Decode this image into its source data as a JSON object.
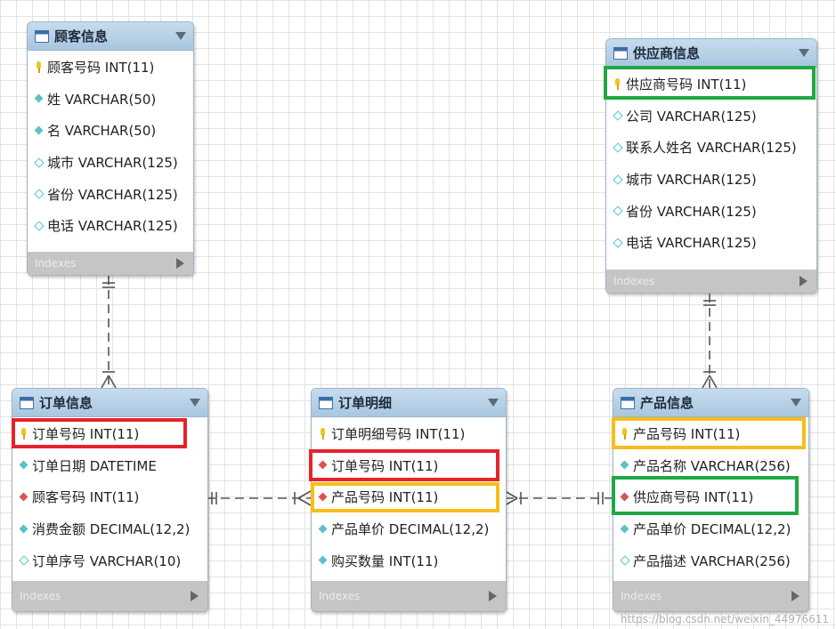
{
  "entities": {
    "customer": {
      "title": "顾客信息",
      "footer": "Indexes",
      "fields": [
        {
          "icon": "pk",
          "text": "顾客号码 INT(11)"
        },
        {
          "icon": "nn",
          "text": "姓 VARCHAR(50)"
        },
        {
          "icon": "nn",
          "text": "名 VARCHAR(50)"
        },
        {
          "icon": "nul",
          "text": "城市 VARCHAR(125)"
        },
        {
          "icon": "nul",
          "text": "省份 VARCHAR(125)"
        },
        {
          "icon": "nul",
          "text": "电话 VARCHAR(125)"
        }
      ]
    },
    "supplier": {
      "title": "供应商信息",
      "footer": "Indexes",
      "fields": [
        {
          "icon": "pk",
          "text": "供应商号码 INT(11)"
        },
        {
          "icon": "nul",
          "text": "公司 VARCHAR(125)"
        },
        {
          "icon": "nul",
          "text": "联系人姓名 VARCHAR(125)"
        },
        {
          "icon": "nul",
          "text": "城市 VARCHAR(125)"
        },
        {
          "icon": "nul",
          "text": "省份 VARCHAR(125)"
        },
        {
          "icon": "nul",
          "text": "电话 VARCHAR(125)"
        }
      ]
    },
    "order": {
      "title": "订单信息",
      "footer": "Indexes",
      "fields": [
        {
          "icon": "pk",
          "text": "订单号码 INT(11)"
        },
        {
          "icon": "nn",
          "text": "订单日期 DATETIME"
        },
        {
          "icon": "fk",
          "text": "顾客号码 INT(11)"
        },
        {
          "icon": "nn",
          "text": "消费金额 DECIMAL(12,2)"
        },
        {
          "icon": "nul",
          "text": "订单序号 VARCHAR(10)"
        }
      ]
    },
    "order_detail": {
      "title": "订单明细",
      "footer": "Indexes",
      "fields": [
        {
          "icon": "pk",
          "text": "订单明细号码 INT(11)"
        },
        {
          "icon": "fk",
          "text": "订单号码 INT(11)"
        },
        {
          "icon": "fk",
          "text": "产品号码 INT(11)"
        },
        {
          "icon": "nn",
          "text": "产品单价 DECIMAL(12,2)"
        },
        {
          "icon": "nn",
          "text": "购买数量 INT(11)"
        }
      ]
    },
    "product": {
      "title": "产品信息",
      "footer": "Indexes",
      "fields": [
        {
          "icon": "pk",
          "text": "产品号码 INT(11)"
        },
        {
          "icon": "nn",
          "text": "产品名称 VARCHAR(256)"
        },
        {
          "icon": "fk",
          "text": "供应商号码 INT(11)"
        },
        {
          "icon": "nn",
          "text": "产品单价 DECIMAL(12,2)"
        },
        {
          "icon": "nul",
          "text": "产品描述 VARCHAR(256)"
        }
      ]
    }
  },
  "highlight_colors": {
    "red": "#e8222b",
    "yellow": "#f6be1a",
    "green": "#1fa844"
  },
  "watermark": "https://blog.csdn.net/weixin_44976611"
}
